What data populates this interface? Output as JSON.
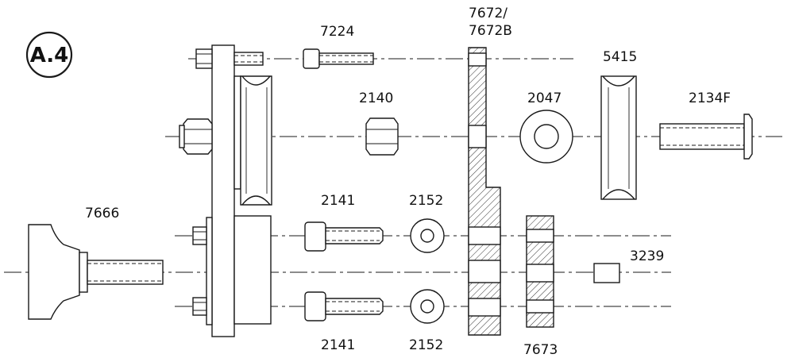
{
  "badge": "A.4",
  "labels": {
    "p7224": "7224",
    "p7672_line1": "7672/",
    "p7672_line2": "7672B",
    "p5415": "5415",
    "p2140": "2140",
    "p2047": "2047",
    "p2134f": "2134F",
    "p7666": "7666",
    "p2141_top": "2141",
    "p2152_top": "2152",
    "p3239": "3239",
    "p2141_bottom": "2141",
    "p2152_bottom": "2152",
    "p7673": "7673"
  }
}
